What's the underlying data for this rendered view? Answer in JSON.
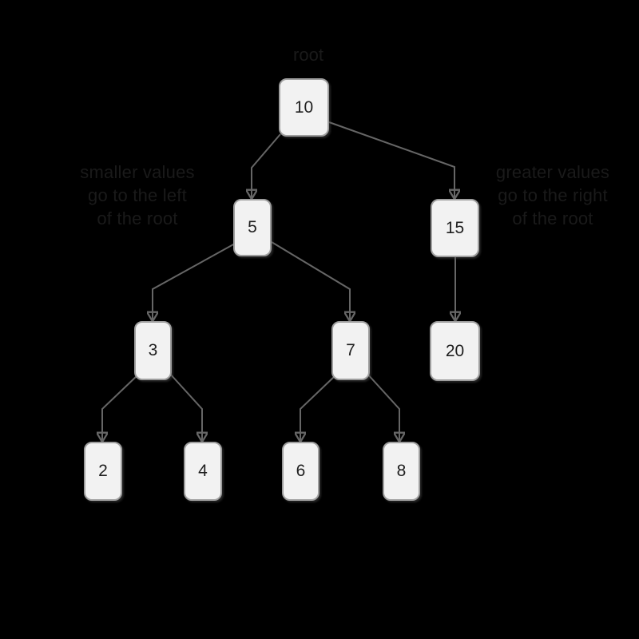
{
  "diagram": {
    "type": "binary-search-tree",
    "root_label": "root",
    "annotations": {
      "left_rule": {
        "line1": "smaller values",
        "line2": "go to the left",
        "line3": "of the root"
      },
      "right_rule": {
        "line1": "greater values",
        "line2": "go to the right",
        "line3": "of the root"
      }
    },
    "nodes": [
      {
        "value": "10",
        "parent": null,
        "depth": 0
      },
      {
        "value": "5",
        "parent": "10",
        "depth": 1
      },
      {
        "value": "15",
        "parent": "10",
        "depth": 1
      },
      {
        "value": "3",
        "parent": "5",
        "depth": 2
      },
      {
        "value": "7",
        "parent": "5",
        "depth": 2
      },
      {
        "value": "20",
        "parent": "15",
        "depth": 2
      },
      {
        "value": "2",
        "parent": "3",
        "depth": 3
      },
      {
        "value": "4",
        "parent": "3",
        "depth": 3
      },
      {
        "value": "6",
        "parent": "7",
        "depth": 3
      },
      {
        "value": "8",
        "parent": "7",
        "depth": 3
      }
    ],
    "edges": [
      {
        "from": "10",
        "to": "5"
      },
      {
        "from": "10",
        "to": "15"
      },
      {
        "from": "5",
        "to": "3"
      },
      {
        "from": "5",
        "to": "7"
      },
      {
        "from": "15",
        "to": "20"
      },
      {
        "from": "3",
        "to": "2"
      },
      {
        "from": "3",
        "to": "4"
      },
      {
        "from": "7",
        "to": "6"
      },
      {
        "from": "7",
        "to": "8"
      }
    ],
    "colors": {
      "background": "#000000",
      "node_fill": "#f2f2f2",
      "node_border": "#9e9e9e",
      "node_text": "#1f1f1f",
      "edge_line": "#666666",
      "arrowhead": "#111111",
      "faint_annotation_text": "#1a1a1a"
    }
  }
}
